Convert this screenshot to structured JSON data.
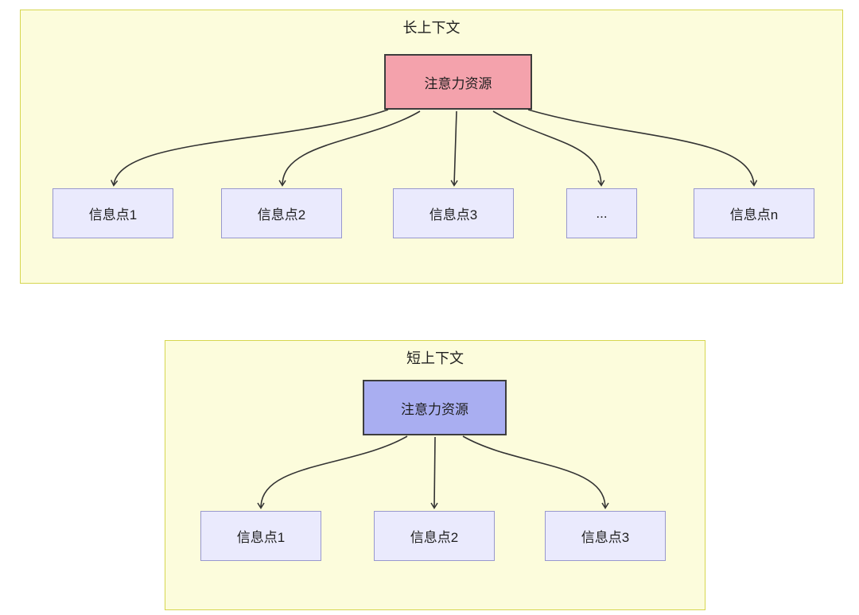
{
  "colors": {
    "canvas_bg": "#ffffff",
    "group_bg": "#fcfcdc",
    "group_border": "#d6d64f",
    "attention_long_bg": "#f4a2ac",
    "attention_short_bg": "#a9aef1",
    "attention_border": "#3d3d3d",
    "info_bg": "#eaeafd",
    "info_border": "#9898ce",
    "arrow": "#333333",
    "text": "#1f1f1f"
  },
  "long_context": {
    "title": "长上下文",
    "attention_label": "注意力资源",
    "info_nodes": [
      "信息点1",
      "信息点2",
      "信息点3",
      "...",
      "信息点n"
    ]
  },
  "short_context": {
    "title": "短上下文",
    "attention_label": "注意力资源",
    "info_nodes": [
      "信息点1",
      "信息点2",
      "信息点3"
    ]
  }
}
